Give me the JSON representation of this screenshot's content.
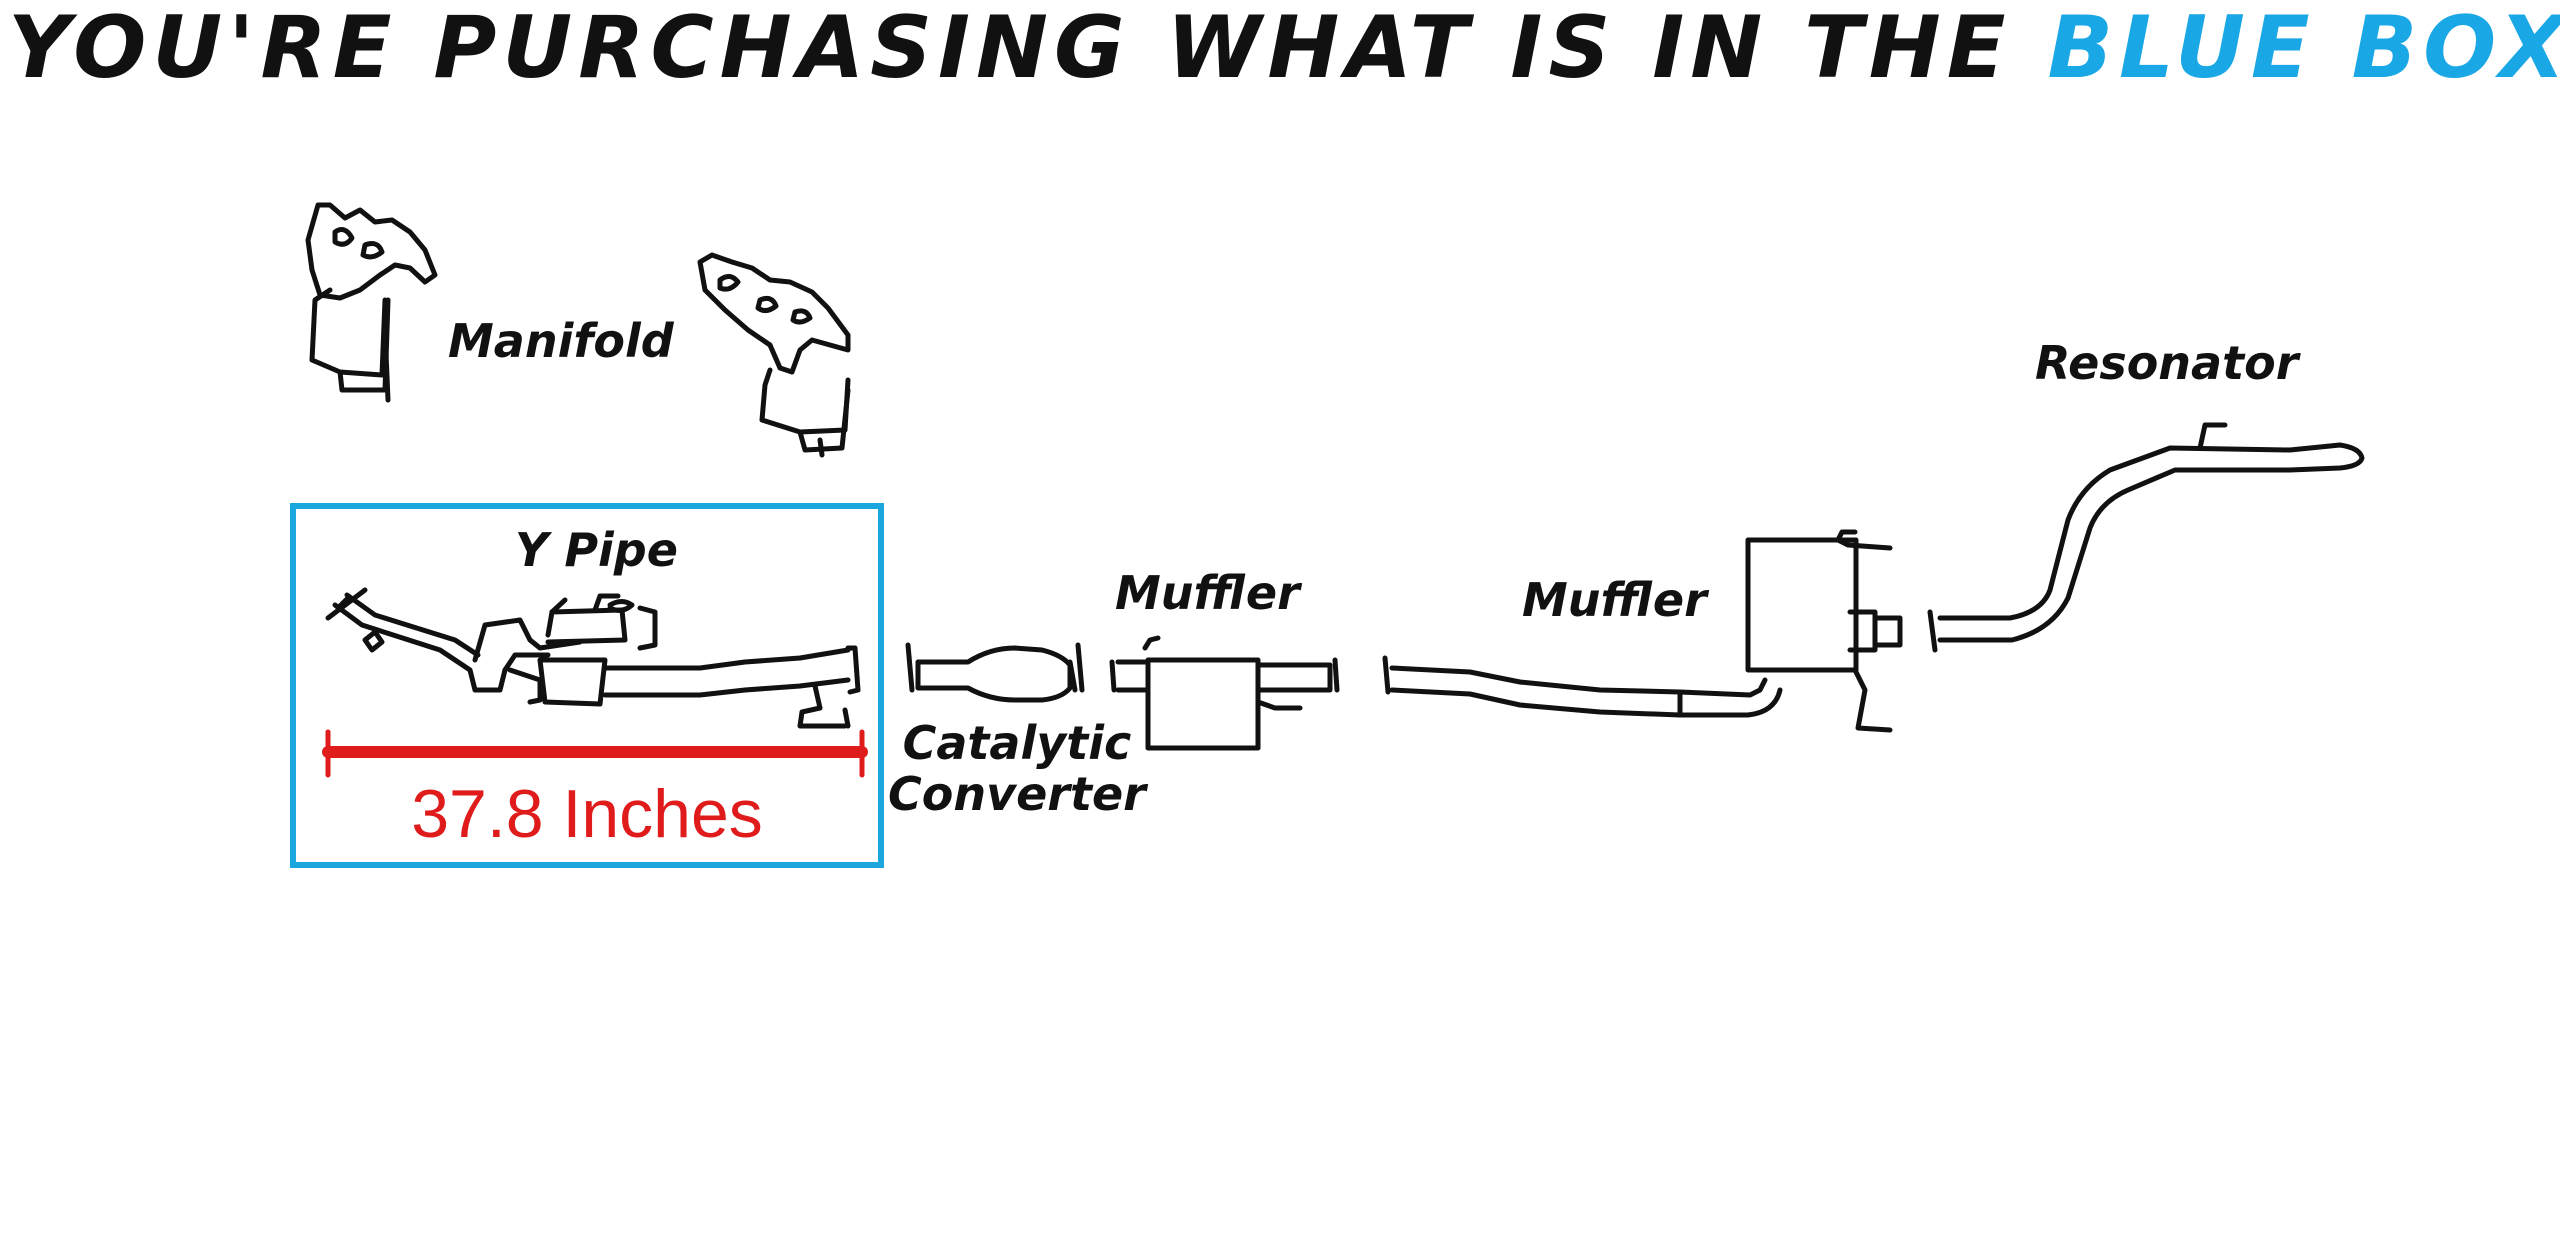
{
  "headline": {
    "prefix": "YOU'RE PURCHASING WHAT IS IN THE ",
    "accent": "BLUE BOX"
  },
  "labels": {
    "manifold": "Manifold",
    "y_pipe": "Y Pipe",
    "catalytic_line1": "Catalytic",
    "catalytic_line2": "Converter",
    "muffler_front": "Muffler",
    "muffler_rear": "Muffler",
    "resonator": "Resonator"
  },
  "measurement": {
    "text": "37.8 Inches"
  },
  "colors": {
    "accent_blue": "#1aa7e6",
    "box_border": "#1ba6de",
    "measure_red": "#e01b1b",
    "line_black": "#111111"
  }
}
